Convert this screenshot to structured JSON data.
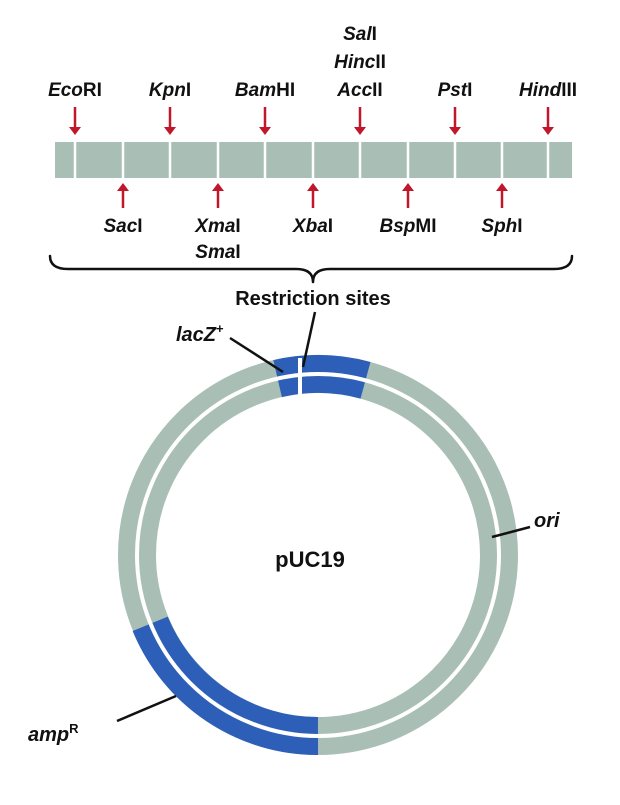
{
  "colors": {
    "backbone": "#a9bfb6",
    "accent": "#2e5fb8",
    "arrow": "#c0172c",
    "line": "#111111"
  },
  "sites_top": [
    {
      "name": "Eco",
      "suffix": "RI"
    },
    {
      "name": "Kpn",
      "suffix": "I"
    },
    {
      "name": "Bam",
      "suffix": "HI"
    },
    {
      "name": "Acc",
      "suffix": "II",
      "above": [
        {
          "name": "Sal",
          "suffix": "I"
        },
        {
          "name": "Hinc",
          "suffix": "II"
        }
      ]
    },
    {
      "name": "Pst",
      "suffix": "I"
    },
    {
      "name": "Hind",
      "suffix": "III"
    }
  ],
  "sites_bottom": [
    {
      "name": "Sac",
      "suffix": "I"
    },
    {
      "name": "Xma",
      "suffix": "I",
      "below": {
        "name": "Sma",
        "suffix": "I"
      }
    },
    {
      "name": "Xba",
      "suffix": "I"
    },
    {
      "name": "Bsp",
      "suffix": "MI"
    },
    {
      "name": "Sph",
      "suffix": "I"
    }
  ],
  "labels": {
    "restriction_sites": "Restriction sites",
    "plasmid_name": "pUC19",
    "lacz": "lacZ",
    "lacz_sup": "+",
    "ori": "ori",
    "amp": "amp",
    "amp_sup": "R"
  }
}
